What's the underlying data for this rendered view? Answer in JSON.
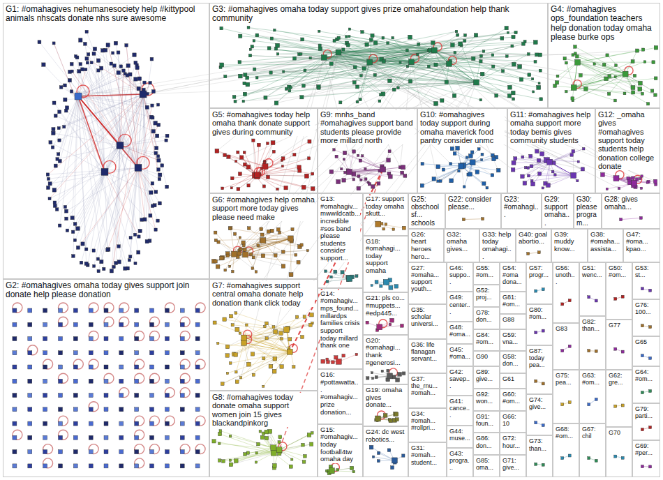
{
  "diagram": {
    "nodes": [
      {
        "text": [
          "G1: #omahagives nehumanesociety help #kittypool animals nhscats donate nhs sure awesome"
        ]
      },
      {
        "text": [
          "G2: #omahagives omaha today gives support join donate help please donation"
        ]
      },
      {
        "text": [
          "G3: #omahagives omaha today support gives prize omahafoundation help thank community"
        ]
      },
      {
        "text": [
          "G4: #omahagives ops_foundation teachers help donation today omaha please burke ops"
        ]
      },
      {
        "text": [
          "G5: #omahagives today help omaha thank donate support gives during community"
        ]
      },
      {
        "text": [
          "G6: #omahagives help omaha support more today gives please need make"
        ]
      },
      {
        "text": [
          "G7: #omahagives support central omaha donate help donation thank click today"
        ]
      },
      {
        "text": [
          "G8: #omahagives today donate omaha support women join 15 gives blackandpinkorg"
        ]
      },
      {
        "text": [
          "G9: mnhs_band #omahagives support band students please provide more millard north"
        ]
      },
      {
        "text": [
          "G10: #omahagives today support during omaha maverick food pantry consider unmc"
        ]
      },
      {
        "text": [
          "G11: #omahagives help omaha support more today bemis gives community students"
        ]
      },
      {
        "text": [
          "G12: _omaha gives #omahagives support today students help donation college donate"
        ]
      },
      {
        "text": [
          "G13: #omahagiv... mwwildcatb... incredible #sos band please students consider support..."
        ]
      },
      {
        "text": [
          "G14: #omahagiv... mps_found... millardps families crisis support today millard thank one"
        ]
      },
      {
        "text": [
          "G16: #pottawatta... #omahagiv... prize donation..."
        ]
      },
      {
        "text": [
          "G15: #omahagiv... today football4tw omaha day"
        ]
      },
      {
        "text": [
          "G17: support today omaha skutt..."
        ]
      },
      {
        "text": [
          "G18: #omahagi... today support omaha"
        ]
      },
      {
        "text": [
          "G21: pls co... #muppets... #edp445..."
        ]
      },
      {
        "text": [
          "G20: #omahagi... thank #generosi..."
        ]
      },
      {
        "text": [
          "G19: omaha gives donate..."
        ]
      },
      {
        "text": [
          "G24: dc west robotics..."
        ]
      },
      {
        "text": [
          "G25: obschoolsf... schools"
        ]
      },
      {
        "text": [
          "G22: consider please..."
        ]
      },
      {
        "text": [
          "G23: #omahagi..."
        ]
      },
      {
        "text": [
          "G29: support omaha..."
        ]
      },
      {
        "text": [
          "G30: please program..."
        ]
      },
      {
        "text": [
          "G28: gives omaha..."
        ]
      },
      {
        "text": [
          "G26: heart heroes hero..."
        ]
      },
      {
        "text": [
          "G32: omaha gives..."
        ]
      },
      {
        "text": [
          "G33: help today omahagi..."
        ]
      },
      {
        "text": [
          "G40: goal abortio..."
        ]
      },
      {
        "text": [
          "G39: muddy know..."
        ]
      },
      {
        "text": [
          "G38: #omaha... assista..."
        ]
      },
      {
        "text": [
          "G47: #oma... kpao..."
        ]
      },
      {
        "text": [
          "G27: #omaha... support youth..."
        ]
      },
      {
        "text": [
          "G35: scholar universi..."
        ]
      },
      {
        "text": [
          "G36: life flanagan servant..."
        ]
      },
      {
        "text": [
          "G37: the_rnu... #omah..."
        ]
      },
      {
        "text": [
          "G34: #omah... #rollpri..."
        ]
      },
      {
        "text": [
          "G31: #omah... student..."
        ]
      },
      {
        "text": [
          "G46: suppo..."
        ]
      },
      {
        "text": [
          "G49: center..."
        ]
      },
      {
        "text": [
          "G48: #oma..."
        ]
      },
      {
        "text": [
          "G45: #oma..."
        ]
      },
      {
        "text": [
          "G42: savep..."
        ]
      },
      {
        "text": [
          "G41: cance..."
        ]
      },
      {
        "text": [
          "G44: muse..."
        ]
      },
      {
        "text": [
          "G43: progra..."
        ]
      },
      {
        "text": [
          "G55: #om..."
        ]
      },
      {
        "text": [
          "G52: proj..."
        ]
      },
      {
        "text": [
          "G78: don..."
        ]
      },
      {
        "text": [
          "G84: #om..."
        ]
      },
      {
        "text": [
          "G90"
        ]
      },
      {
        "text": [
          "G89: give..."
        ]
      },
      {
        "text": [
          "G92: won..."
        ]
      },
      {
        "text": [
          "G91: foun..."
        ]
      },
      {
        "text": [
          "G86: don..."
        ]
      },
      {
        "text": [
          "G85: oma..."
        ]
      },
      {
        "text": [
          "G54: #oma dona..."
        ]
      },
      {
        "text": [
          "G81: #om..."
        ]
      },
      {
        "text": [
          "G88"
        ]
      },
      {
        "text": [
          "G59: vna..."
        ]
      },
      {
        "text": [
          "G58: don..."
        ]
      },
      {
        "text": [
          "G61"
        ]
      },
      {
        "text": [
          "G60: #om..."
        ]
      },
      {
        "text": [
          "G66: 10"
        ]
      },
      {
        "text": [
          "G72: hour..."
        ]
      },
      {
        "text": [
          "G71: give..."
        ]
      },
      {
        "text": [
          "G57: progr..."
        ]
      },
      {
        "text": [
          "G80: #om..."
        ]
      },
      {
        "text": [
          "G87: today pea..."
        ]
      },
      {
        "text": [
          "G74: give..."
        ]
      },
      {
        "text": [
          "G73: than..."
        ]
      },
      {
        "text": [
          "G56: unoth..."
        ]
      },
      {
        "text": [
          "G83"
        ]
      },
      {
        "text": [
          "G75: pea..."
        ]
      },
      {
        "text": [
          "G68: #om..."
        ]
      },
      {
        "text": [
          "G51: wenc..."
        ]
      },
      {
        "text": [
          "G82: than..."
        ]
      },
      {
        "text": [
          "G63: #om..."
        ]
      },
      {
        "text": [
          "G67: chil"
        ]
      },
      {
        "text": [
          "G50: #om..."
        ]
      },
      {
        "text": [
          "G77"
        ]
      },
      {
        "text": [
          "G62: gre..."
        ]
      },
      {
        "text": [
          "G70"
        ]
      },
      {
        "text": [
          "G53: st..."
        ]
      },
      {
        "text": [
          "G76: 100..."
        ]
      },
      {
        "text": [
          "G65"
        ]
      },
      {
        "text": [
          "G64: #om..."
        ]
      },
      {
        "text": [
          "G79: parti..."
        ]
      },
      {
        "text": [
          "G69: #per..."
        ]
      }
    ]
  }
}
